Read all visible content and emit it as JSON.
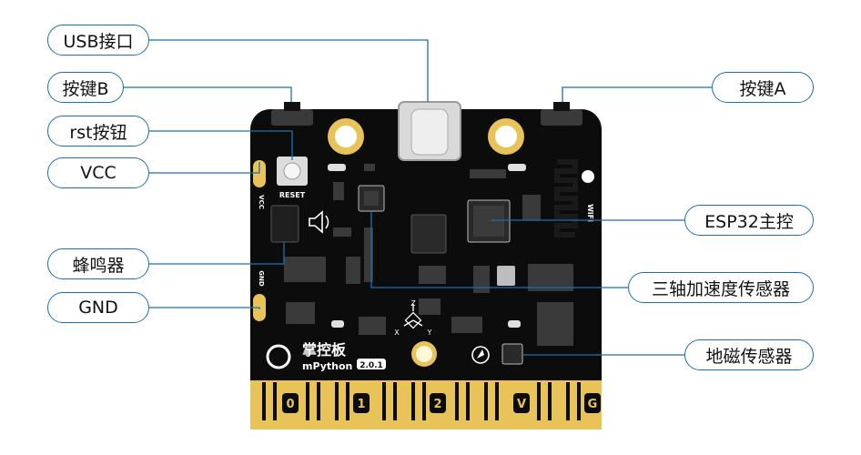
{
  "labels": {
    "usb": "USB接口",
    "button_b": "按键B",
    "rst_button": "rst按钮",
    "vcc": "VCC",
    "buzzer": "蜂鸣器",
    "gnd": "GND",
    "button_a": "按键A",
    "esp32": "ESP32主控",
    "accelerometer": "三轴加速度传感器",
    "magnetometer": "地磁传感器"
  },
  "board": {
    "reset_text": "RESET",
    "vcc_text": "VCC",
    "gnd_text": "GND",
    "brand_text": "掌控板",
    "mpython_text": "mPython",
    "version_text": "2.0.1",
    "wifi_text": "WiFi",
    "axis_z": "Z",
    "axis_x": "X",
    "axis_y": "Y",
    "pins": [
      "0",
      "1",
      "2",
      "V",
      "G"
    ]
  },
  "colors": {
    "callout_border": "#1b6fb3",
    "leader_line": "#1b6fb3",
    "board": "#0c0c0c",
    "gold": "#e8c35a",
    "chip": "#2a2a2a"
  }
}
